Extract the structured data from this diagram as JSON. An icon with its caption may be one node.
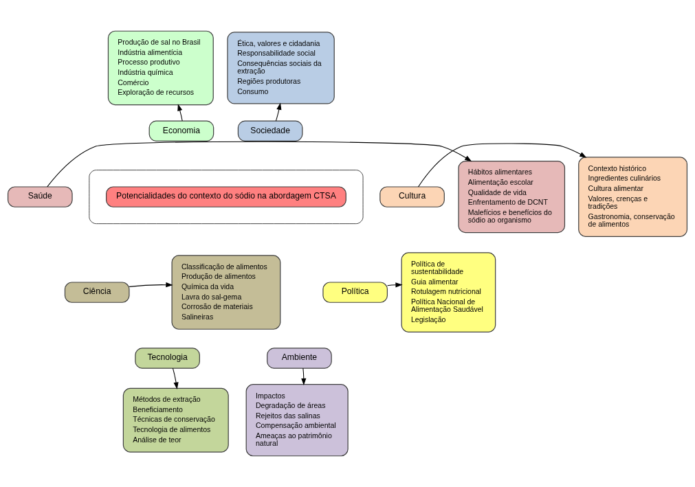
{
  "diagram": {
    "nodes": [
      {
        "text": [
          "Produção de sal no Brasil",
          "Indústria alimentícia",
          "Processo produtivo",
          "Indústria química",
          "Comércio",
          "Exploração de recursos"
        ]
      },
      {
        "text": [
          "Ética, valores e cidadania",
          "Responsabilidade social",
          "Consequências sociais da extração",
          "Regiões produtoras",
          "Consumo"
        ]
      },
      {
        "text": [
          "Hábitos alimentares",
          "Alimentação escolar",
          "Qualidade de vida",
          "Enfrentamento de DCNT",
          "Malefícios e benefícios do sódio ao organismo"
        ]
      },
      {
        "text": [
          "Contexto histórico",
          "Ingredientes culinários",
          "Cultura alimentar",
          "Valores, crenças e tradições",
          "Gastronomia, conservação de alimentos"
        ]
      },
      {
        "text": [
          "Economia"
        ]
      },
      {
        "text": [
          "Sociedade"
        ]
      },
      {
        "text": [
          "Saúde"
        ]
      },
      {
        "text": [],
        "shape": "ellipse"
      },
      {
        "text": [
          "Potencialidades do contexto do sódio na abordagem CTSA"
        ],
        "in": 7
      },
      {
        "text": [
          "Cultura"
        ]
      },
      {
        "text": [
          "Classificação de alimentos",
          "Produção de alimentos",
          "Química da vida",
          "Lavra do sal-gema",
          "Corrosão de materiais",
          "Salineiras"
        ]
      },
      {
        "text": [
          "Política de sustentabilidade",
          "Guia alimentar",
          "Rotulagem nutricional",
          "Política Nacional de Alimentação Saudável",
          "Legislação"
        ]
      },
      {
        "text": [
          "Ciência"
        ]
      },
      {
        "text": [
          "Política"
        ]
      },
      {
        "text": [
          "Tecnologia"
        ]
      },
      {
        "text": [
          "Ambiente"
        ]
      },
      {
        "text": [
          "Métodos de extração",
          "Beneficiamento",
          "Técnicas de conservação",
          "Tecnologia de alimentos",
          "Análise de teor"
        ]
      },
      {
        "text": [
          "Impactos",
          "Degradação de áreas",
          "Rejeitos das salinas",
          "Compensação ambiental",
          "Ameaças ao patrimônio natural"
        ]
      }
    ],
    "edges": [
      {
        "from": 4,
        "to": 0,
        "arrow": "to"
      },
      {
        "from": 5,
        "to": 1,
        "arrow": "to"
      },
      {
        "from": 6,
        "to": 2,
        "arrow": "to"
      },
      {
        "from": 9,
        "to": 3,
        "arrow": "to"
      },
      {
        "from": 12,
        "to": 10,
        "arrow": "to"
      },
      {
        "from": 13,
        "to": 11,
        "arrow": "to"
      },
      {
        "from": 14,
        "to": 16,
        "arrow": "to"
      },
      {
        "from": 15,
        "to": 17,
        "arrow": "to"
      }
    ]
  }
}
